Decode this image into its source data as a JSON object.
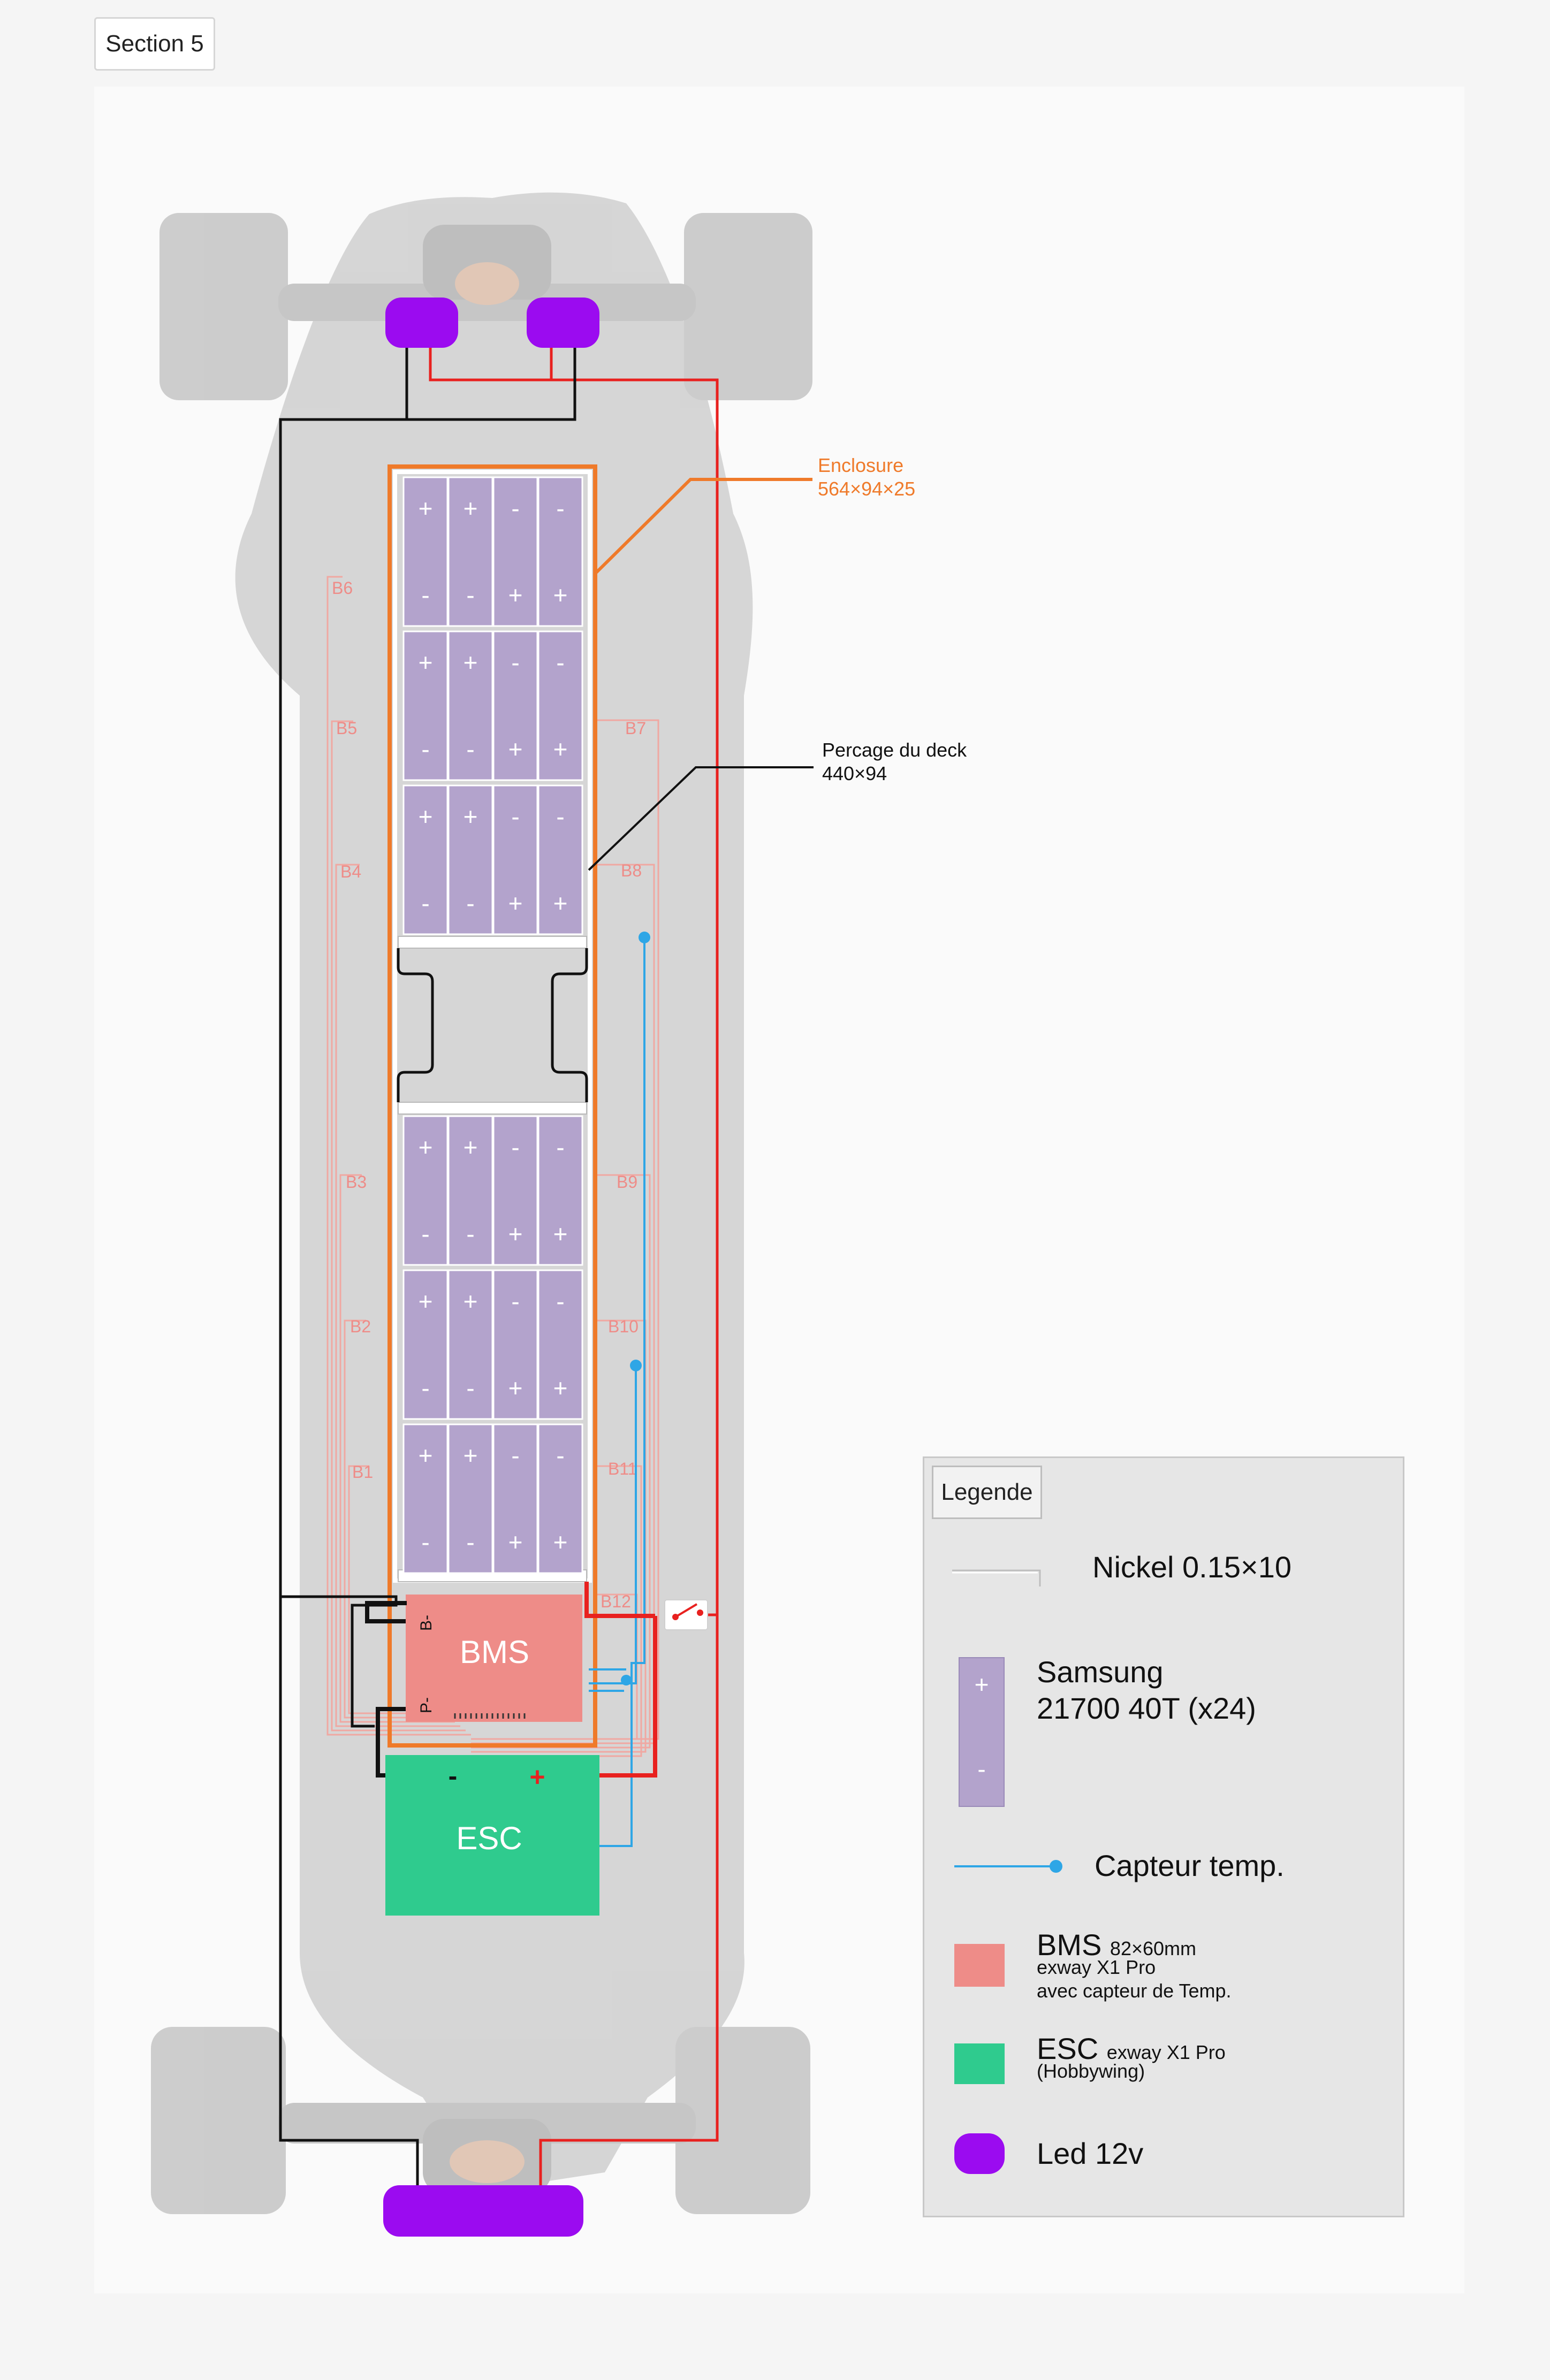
{
  "section": {
    "label": "Section 5"
  },
  "colors": {
    "cell_fill": "#b3a3cc",
    "enclosure": "#ef7a2a",
    "bms": "#ee8c88",
    "esc": "#2fcb8e",
    "led": "#9b0bf0",
    "sensor": "#2ea6e6",
    "wire_positive": "#e8211f",
    "wire_negative": "#111111",
    "balance_lead": "#f0a8a2",
    "board": "#cfcfcf"
  },
  "annotations": {
    "enclosure_title": "Enclosure",
    "enclosure_dims": "564×94×25",
    "deck_cut_title": "Percage du deck",
    "deck_cut_dims": "440×94"
  },
  "cells": {
    "plus": "+",
    "minus": "-"
  },
  "balance_labels": [
    "B1",
    "B2",
    "B3",
    "B4",
    "B5",
    "B6",
    "B7",
    "B8",
    "B9",
    "B10",
    "B11",
    "B12"
  ],
  "bms": {
    "label": "BMS",
    "pin_b": "B-",
    "pin_p": "P-"
  },
  "esc": {
    "label": "ESC",
    "neg": "-",
    "pos": "+"
  },
  "legend": {
    "title": "Legende",
    "nickel": "Nickel 0.15×10",
    "cell_line1": "Samsung",
    "cell_line2": "21700 40T (x24)",
    "cell_plus": "+",
    "cell_minus": "-",
    "sensor": "Capteur temp.",
    "bms_title": "BMS",
    "bms_dims": "82×60mm",
    "bms_line2": "exway X1 Pro",
    "bms_line3": "avec capteur de Temp.",
    "esc_title": "ESC",
    "esc_sub": "exway X1 Pro",
    "esc_line2": "(Hobbywing)",
    "led": "Led 12v"
  }
}
